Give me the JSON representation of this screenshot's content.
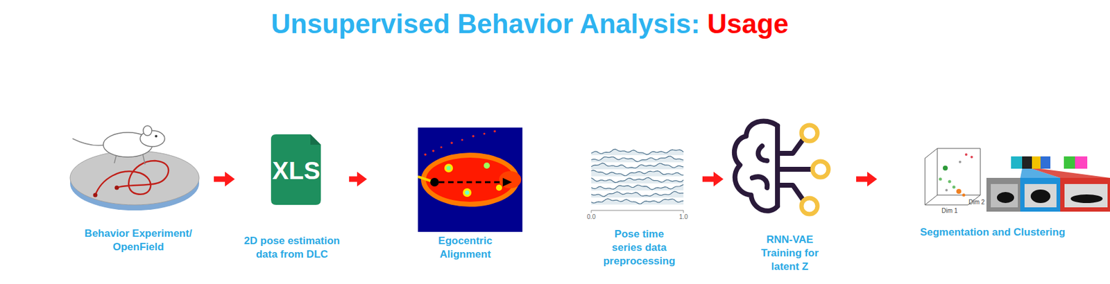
{
  "diagram": {
    "title": "Unsupervised Behavior Analysis:",
    "nodes": [
      {
        "text": [
          "Behavior Experiment/ OpenField"
        ]
      },
      {
        "text": [
          "2D pose estimation data from DLC"
        ]
      },
      {
        "text": [
          "Egocentric Alignment"
        ]
      },
      {
        "text": [
          "Pose time series data preprocessing"
        ]
      },
      {
        "text": [
          "RNN-VAE Training for latent Z"
        ]
      },
      {
        "text": [
          "Segmentation and Clustering"
        ]
      }
    ],
    "edges": [
      {
        "from": 0,
        "to": 1,
        "arrow": "to"
      },
      {
        "from": 1,
        "to": 2,
        "arrow": "to"
      },
      {
        "from": 3,
        "to": 4,
        "arrow": "to"
      },
      {
        "from": 4,
        "to": 5,
        "arrow": "to"
      }
    ],
    "labels": [
      "Usage",
      "XLS",
      "0.0",
      "1.0",
      "Dim 1",
      "Dim 2"
    ]
  }
}
